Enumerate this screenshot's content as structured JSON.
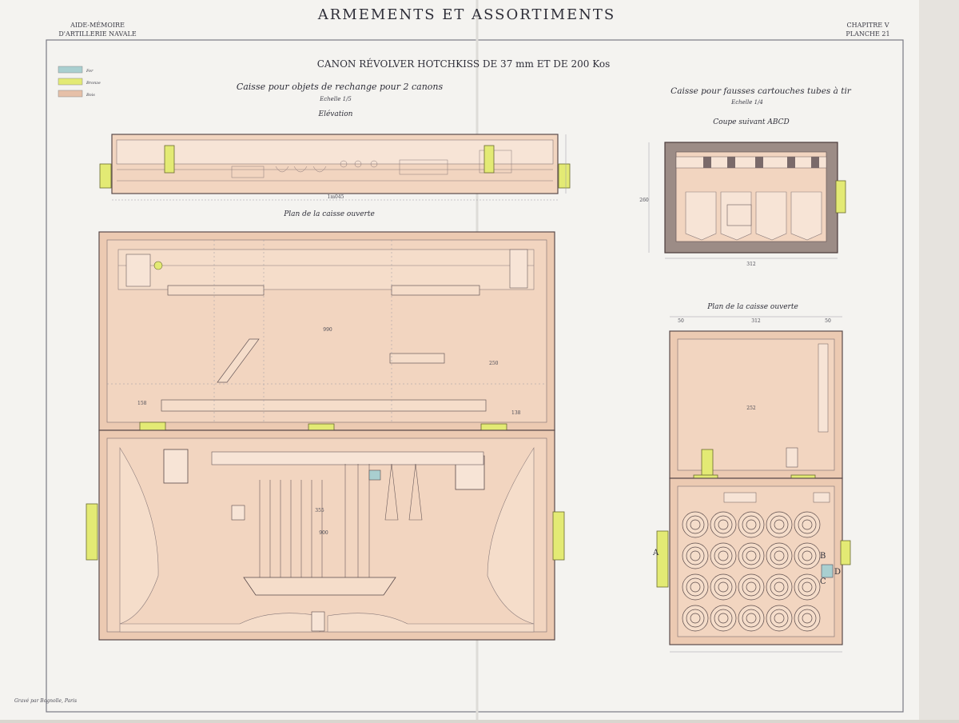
{
  "header": {
    "title": "ARMEMENTS ET ASSORTIMENTS",
    "left_line1": "AIDE-MÉMOIRE",
    "left_line2": "D'ARTILLERIE NAVALE",
    "right_line1": "CHAPITRE V",
    "right_line2": "PLANCHE 21"
  },
  "legend": {
    "items": [
      {
        "label": "Fer",
        "color": "#a9cfd0"
      },
      {
        "label": "Bronze",
        "color": "#e3ea74"
      },
      {
        "label": "Bois",
        "color": "#e6c0a8"
      }
    ]
  },
  "main_title": "CANON RÉVOLVER HOTCHKISS DE 37 mm ET DE 200 Kos",
  "left_panel": {
    "title": "Caisse pour objets de rechange pour 2 canons",
    "scale": "Echelle 1/5",
    "view_elevation": "Elévation",
    "view_plan": "Plan de la caisse ouverte",
    "dims": {
      "total_length": "1m045",
      "top_depth": "990",
      "mid_left": "158",
      "mid_right": "138",
      "width_label": "250",
      "lower_height": "900",
      "lower_center": "355"
    }
  },
  "right_panel": {
    "title": "Caisse pour fausses cartouches tubes à tir",
    "scale": "Echelle 1/4",
    "view_section": "Coupe suivant ABCD",
    "view_plan": "Plan de la caisse ouverte",
    "section_letters": [
      "A",
      "B",
      "C",
      "D"
    ],
    "dims": {
      "section_width": "312",
      "plan_width": "312",
      "plan_left": "50",
      "plan_right": "50",
      "inner_height": "252",
      "section_height": "260"
    }
  },
  "footer": {
    "engraver": "Gravé par Bognolle, Paris"
  },
  "colors": {
    "paper": "#f2f1ee",
    "wood": "#f2d5c0",
    "wood_dark": "#c8a894",
    "iron": "#a9cfd0",
    "bronze": "#e3ea74",
    "ink": "#3a3a44"
  }
}
